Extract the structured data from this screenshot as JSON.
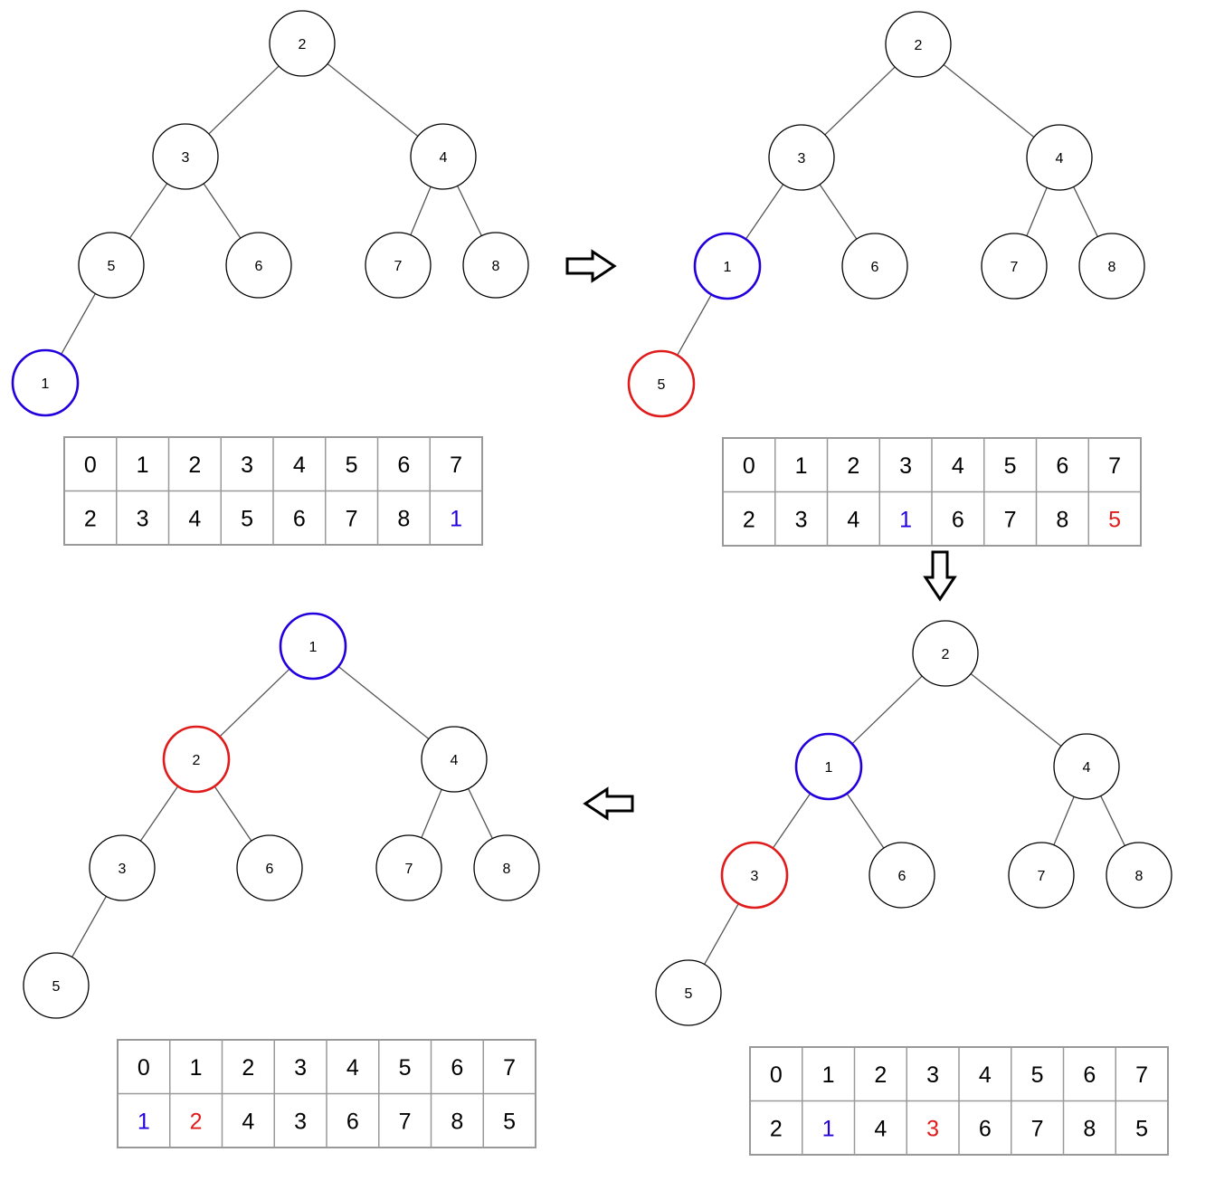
{
  "colors": {
    "node_stroke": "#000000",
    "edge_stroke": "#555555",
    "highlight_blue": "#2200dd",
    "highlight_red": "#e01b1b",
    "grid_stroke": "#999999",
    "text": "#000000"
  },
  "arrows": [
    {
      "direction": "right",
      "icon": "hollow-arrow-right-icon"
    },
    {
      "direction": "down",
      "icon": "hollow-arrow-down-icon"
    },
    {
      "direction": "left",
      "icon": "hollow-arrow-left-icon"
    }
  ],
  "panels": [
    {
      "id": "step-1",
      "nodes": [
        {
          "label": "2",
          "color": "black"
        },
        {
          "label": "3",
          "color": "black"
        },
        {
          "label": "4",
          "color": "black"
        },
        {
          "label": "5",
          "color": "black"
        },
        {
          "label": "6",
          "color": "black"
        },
        {
          "label": "7",
          "color": "black"
        },
        {
          "label": "8",
          "color": "black"
        },
        {
          "label": "1",
          "color": "blue"
        }
      ],
      "table": {
        "indices": [
          "0",
          "1",
          "2",
          "3",
          "4",
          "5",
          "6",
          "7"
        ],
        "values": [
          "2",
          "3",
          "4",
          "5",
          "6",
          "7",
          "8",
          "1"
        ],
        "value_colors": [
          "black",
          "black",
          "black",
          "black",
          "black",
          "black",
          "black",
          "blue"
        ]
      }
    },
    {
      "id": "step-2",
      "nodes": [
        {
          "label": "2",
          "color": "black"
        },
        {
          "label": "3",
          "color": "black"
        },
        {
          "label": "4",
          "color": "black"
        },
        {
          "label": "1",
          "color": "blue"
        },
        {
          "label": "6",
          "color": "black"
        },
        {
          "label": "7",
          "color": "black"
        },
        {
          "label": "8",
          "color": "black"
        },
        {
          "label": "5",
          "color": "red"
        }
      ],
      "table": {
        "indices": [
          "0",
          "1",
          "2",
          "3",
          "4",
          "5",
          "6",
          "7"
        ],
        "values": [
          "2",
          "3",
          "4",
          "1",
          "6",
          "7",
          "8",
          "5"
        ],
        "value_colors": [
          "black",
          "black",
          "black",
          "blue",
          "black",
          "black",
          "black",
          "red"
        ]
      }
    },
    {
      "id": "step-3",
      "nodes": [
        {
          "label": "2",
          "color": "black"
        },
        {
          "label": "1",
          "color": "blue"
        },
        {
          "label": "4",
          "color": "black"
        },
        {
          "label": "3",
          "color": "red"
        },
        {
          "label": "6",
          "color": "black"
        },
        {
          "label": "7",
          "color": "black"
        },
        {
          "label": "8",
          "color": "black"
        },
        {
          "label": "5",
          "color": "black"
        }
      ],
      "table": {
        "indices": [
          "0",
          "1",
          "2",
          "3",
          "4",
          "5",
          "6",
          "7"
        ],
        "values": [
          "2",
          "1",
          "4",
          "3",
          "6",
          "7",
          "8",
          "5"
        ],
        "value_colors": [
          "black",
          "blue",
          "black",
          "red",
          "black",
          "black",
          "black",
          "black"
        ]
      }
    },
    {
      "id": "step-4",
      "nodes": [
        {
          "label": "1",
          "color": "blue"
        },
        {
          "label": "2",
          "color": "red"
        },
        {
          "label": "4",
          "color": "black"
        },
        {
          "label": "3",
          "color": "black"
        },
        {
          "label": "6",
          "color": "black"
        },
        {
          "label": "7",
          "color": "black"
        },
        {
          "label": "8",
          "color": "black"
        },
        {
          "label": "5",
          "color": "black"
        }
      ],
      "table": {
        "indices": [
          "0",
          "1",
          "2",
          "3",
          "4",
          "5",
          "6",
          "7"
        ],
        "values": [
          "1",
          "2",
          "4",
          "3",
          "6",
          "7",
          "8",
          "5"
        ],
        "value_colors": [
          "blue",
          "red",
          "black",
          "black",
          "black",
          "black",
          "black",
          "black"
        ]
      }
    }
  ]
}
